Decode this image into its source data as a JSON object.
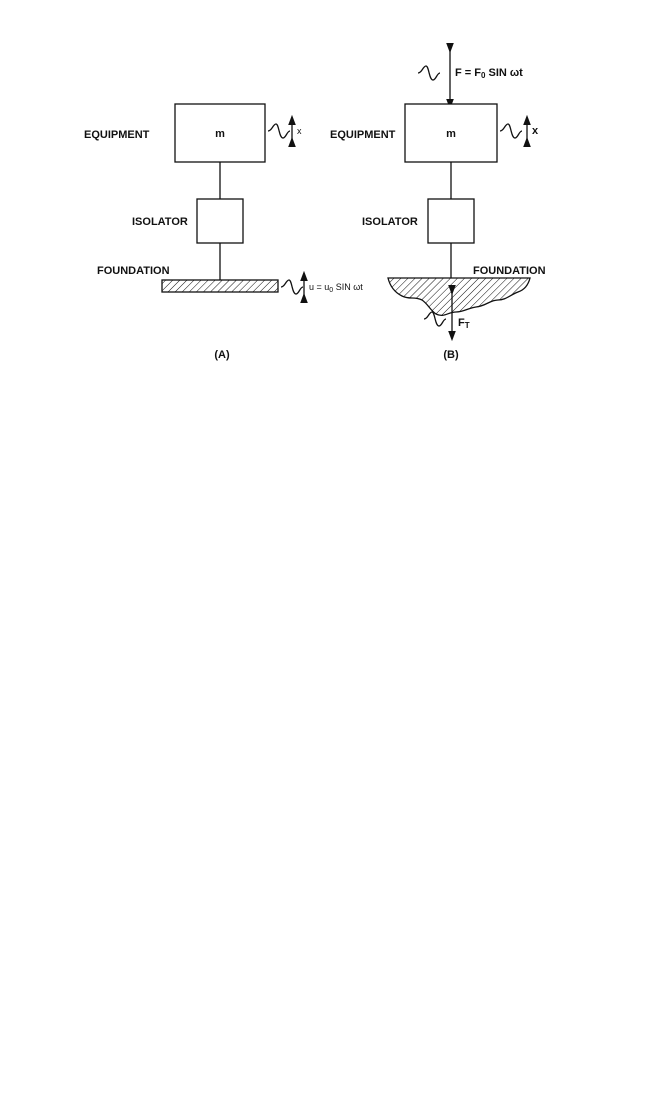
{
  "panel_a": {
    "equipment_label": "EQUIPMENT",
    "mass_label": "m",
    "displacement_label": "x",
    "isolator_label": "ISOLATOR",
    "foundation_label": "FOUNDATION",
    "base_motion_label": "u = u",
    "base_motion_sub": "0",
    "base_motion_rest": " SIN ωt",
    "caption": "(A)"
  },
  "panel_b": {
    "force_label": "F = F",
    "force_sub": "0",
    "force_rest": " SIN ωt",
    "equipment_label": "EQUIPMENT",
    "mass_label": "m",
    "displacement_label": "x",
    "isolator_label": "ISOLATOR",
    "foundation_label": "FOUNDATION",
    "transmitted_label": "F",
    "transmitted_sub": "T",
    "caption": "(B)"
  }
}
